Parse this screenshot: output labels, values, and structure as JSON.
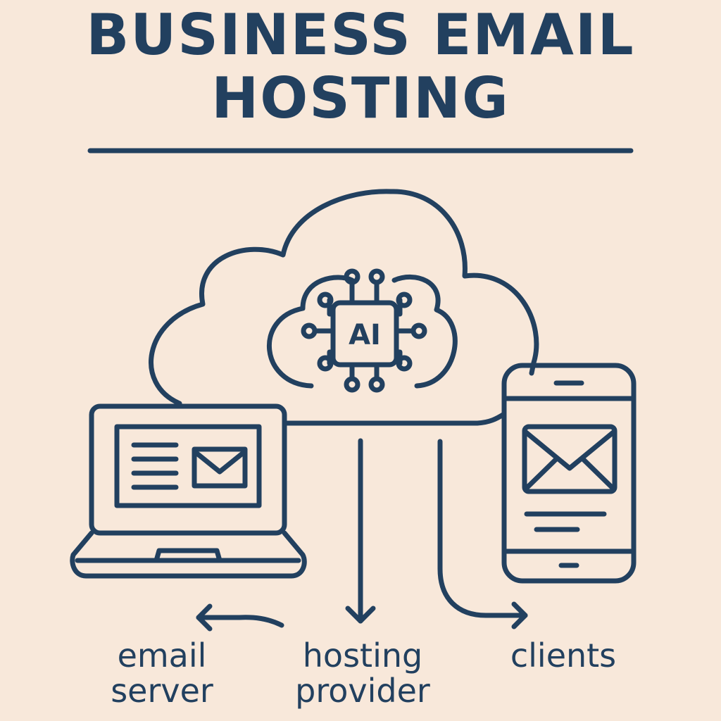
{
  "colors": {
    "background": "#f8e8da",
    "ink": "#22405f"
  },
  "header": {
    "title_line1": "BUSINESS EMAIL",
    "title_line2": "HOSTING"
  },
  "cloud": {
    "chip_label": "AI"
  },
  "icons": {
    "cloud": "cloud-icon",
    "chip": "ai-chip-icon",
    "laptop": "laptop-icon",
    "phone": "smartphone-icon",
    "envelope": "envelope-icon"
  },
  "labels": {
    "email_server_line1": "email",
    "email_server_line2": "server",
    "hosting_provider_line1": "hosting",
    "hosting_provider_line2": "provider",
    "clients": "clients"
  }
}
